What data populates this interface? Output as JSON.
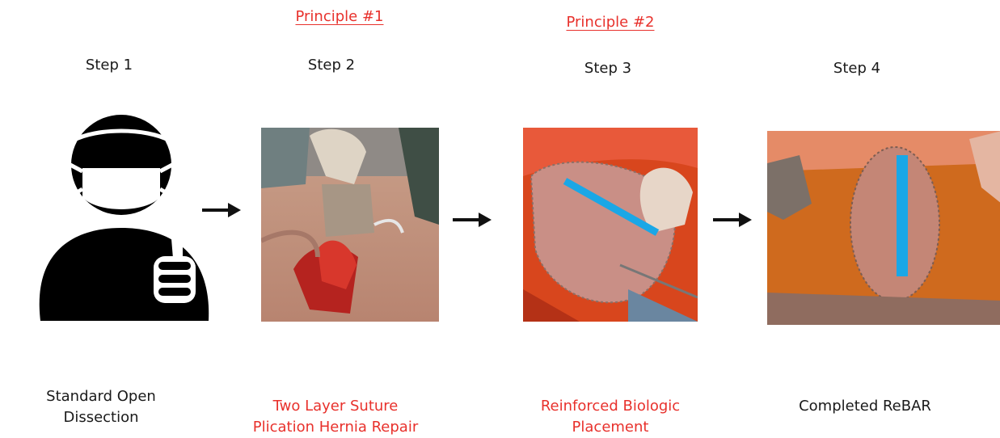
{
  "principles": [
    {
      "label": "Principle #1",
      "color": "#e8312c"
    },
    {
      "label": "Principle #2",
      "color": "#e8312c"
    }
  ],
  "steps": [
    {
      "title": "Step 1",
      "caption_lines": [
        "Standard Open",
        "Dissection"
      ],
      "icon": "masked-surgeon-with-scalpel-icon"
    },
    {
      "title": "Step 2",
      "caption_lines": [
        "Two Layer Suture",
        "Plication Hernia Repair"
      ],
      "caption_color": "#e8312c"
    },
    {
      "title": "Step 3",
      "caption_lines": [
        "Reinforced Biologic",
        "Placement"
      ],
      "caption_color": "#e8312c"
    },
    {
      "title": "Step 4",
      "caption_lines": [
        "Completed ReBAR"
      ]
    }
  ],
  "arrow_icon": "right-arrow-icon",
  "marker_color": "#1aa7e6"
}
